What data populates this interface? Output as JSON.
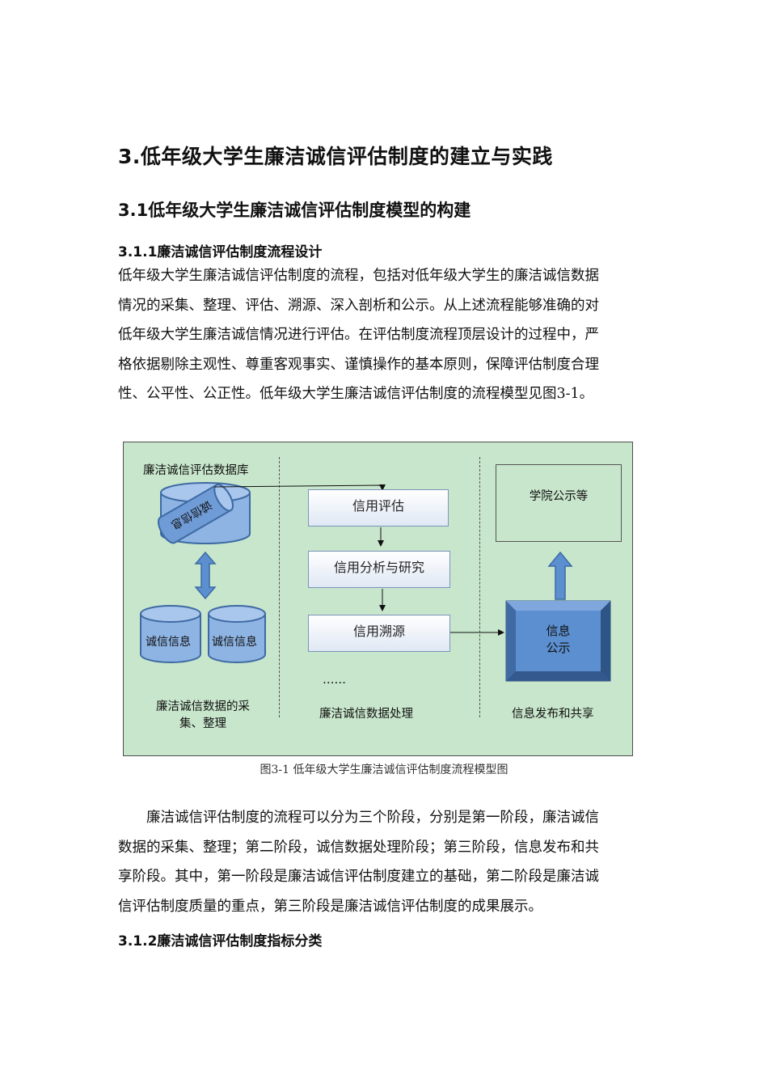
{
  "headings": {
    "chapter": "3.低年级大学生廉洁诚信评估制度的建立与实践",
    "section": "3.1低年级大学生廉洁诚信评估制度模型的构建",
    "sub1": "3.1.1廉洁诚信评估制度流程设计",
    "sub2": "3.1.2廉洁诚信评估制度指标分类"
  },
  "paragraph1": [
    "低年级大学生廉洁诚信评估制度的流程，包括对低年级大学生的廉洁诚信数据",
    "情况的采集、整理、评估、溯源、深入剖析和公示。从上述流程能够准确的对",
    "低年级大学生廉洁诚信情况进行评估。在评估制度流程顶层设计的过程中，严",
    "格依据剔除主观性、尊重客观事实、谨慎操作的基本原则，保障评估制度合理",
    "性、公平性、公正性。低年级大学生廉洁诚信评估制度的流程模型见图3-1。"
  ],
  "paragraph2": [
    "　　廉洁诚信评估制度的流程可以分为三个阶段，分别是第一阶段，廉洁诚信",
    "数据的采集、整理；第二阶段，诚信数据处理阶段；第三阶段，信息发布和共",
    "享阶段。其中，第一阶段是廉洁诚信评估制度建立的基础，第二阶段是廉洁诚",
    "信评估制度质量的重点，第三阶段是廉洁诚信评估制度的成果展示。"
  ],
  "diagram": {
    "db_label": "廉洁诚信评估数据库",
    "rotated_label": "诚信信息",
    "cyl_left": "诚信信息",
    "cyl_right": "诚信信息",
    "stage1_label_line1": "廉洁诚信数据的采",
    "stage1_label_line2": "集、整理",
    "box_eval": "信用评估",
    "box_analysis": "信用分析与研究",
    "box_trace": "信用溯源",
    "ellipsis": "……",
    "stage2_label": "廉洁诚信数据处理",
    "box_publish": "学院公示等",
    "bevel_line1": "信息",
    "bevel_line2": "公示",
    "stage3_label": "信息发布和共享",
    "colors": {
      "background": "#c8e6cc",
      "cylinder_fill": "#8eb4e3",
      "cylinder_stroke": "#3e6aa3",
      "bevel_fill": "#5b8fd0"
    }
  },
  "caption": "图3-1 低年级大学生廉洁诚信评估制度流程模型图"
}
